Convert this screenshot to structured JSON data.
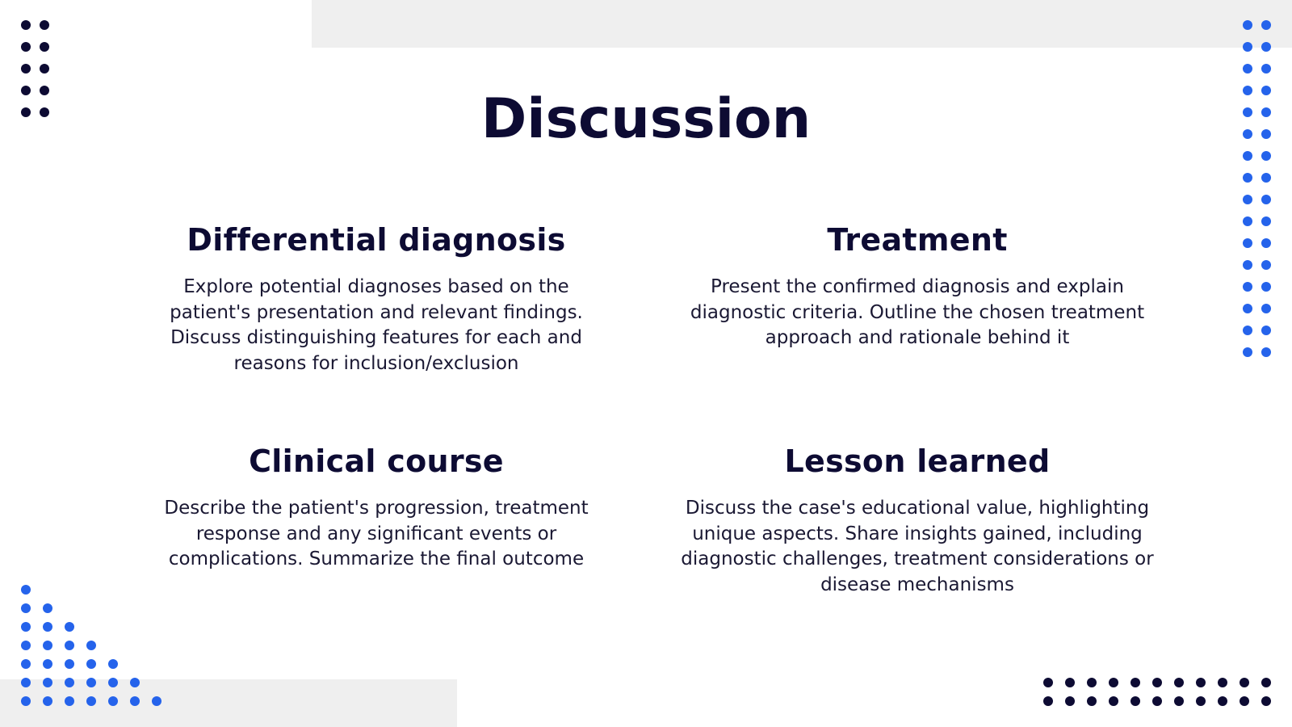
{
  "slide": {
    "title": "Discussion",
    "colors": {
      "text": "#0d0b33",
      "accent_blue": "#2563eb",
      "band_gray": "#efefef",
      "background": "#ffffff"
    },
    "sections": [
      {
        "heading": "Differential diagnosis",
        "body": "Explore potential diagnoses based on the patient's presentation and relevant findings. Discuss distinguishing features for each and reasons for inclusion/exclusion"
      },
      {
        "heading": "Treatment",
        "body": "Present the confirmed diagnosis and explain diagnostic criteria. Outline the chosen treatment approach and rationale behind it"
      },
      {
        "heading": "Clinical course",
        "body": "Describe the patient's progression, treatment response and any significant events or complications. Summarize the final outcome"
      },
      {
        "heading": "Lesson learned",
        "body": "Discuss the case's educational value, highlighting unique aspects. Share insights gained, including diagnostic challenges, treatment considerations or disease mechanisms"
      }
    ]
  }
}
